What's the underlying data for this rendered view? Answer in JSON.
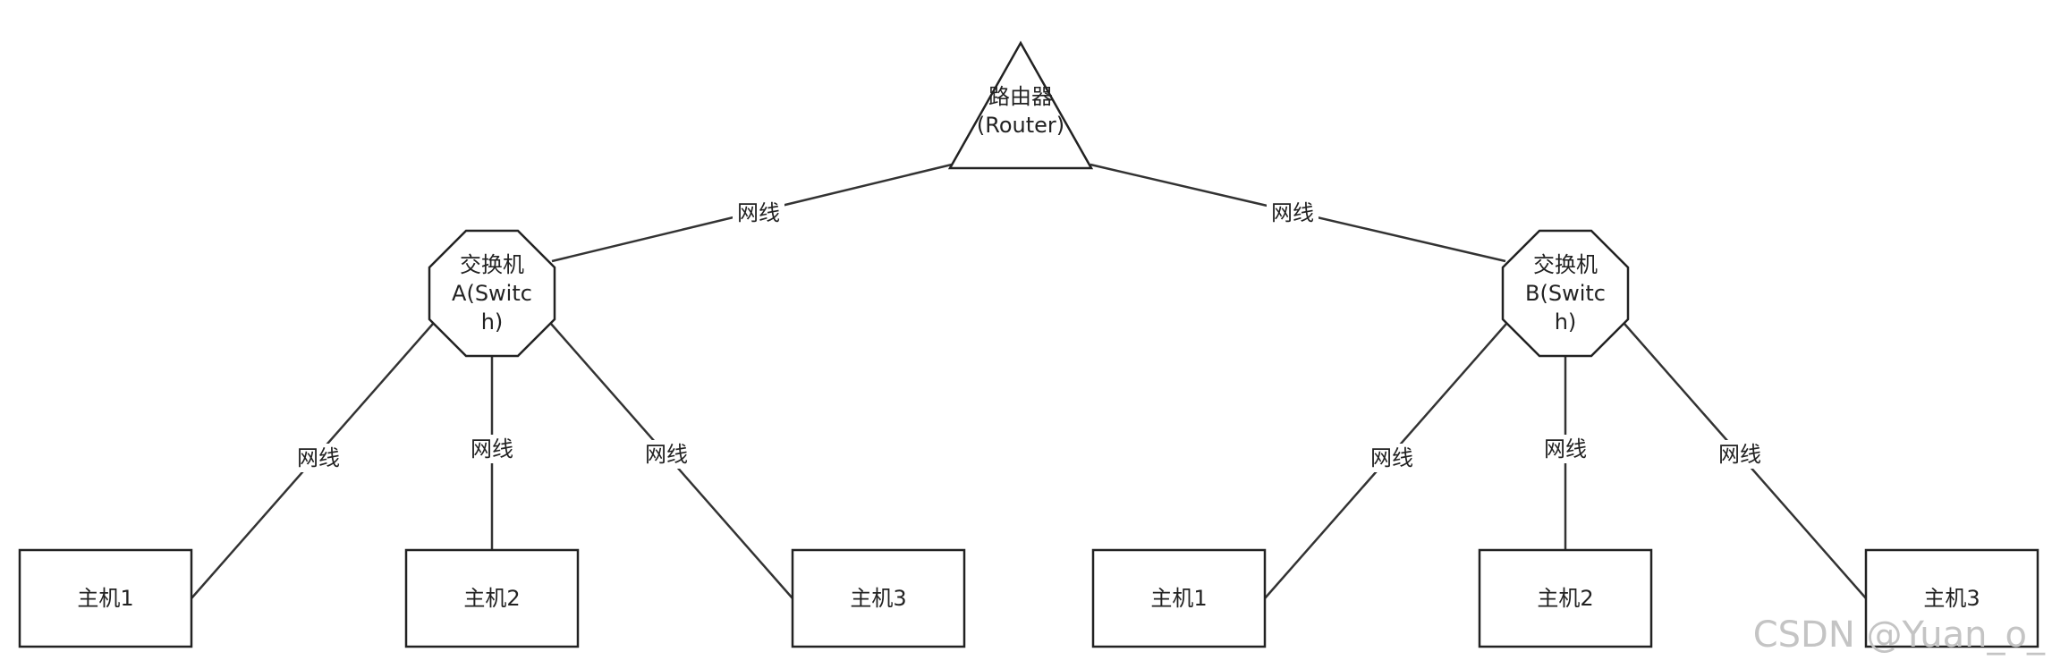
{
  "diagram": {
    "nodes": {
      "router": {
        "shape": "triangle",
        "lines": [
          "路由器",
          "(Router)"
        ]
      },
      "switch_a": {
        "shape": "octagon",
        "lines": [
          "交换机",
          "A(Switc",
          "h)"
        ]
      },
      "switch_b": {
        "shape": "octagon",
        "lines": [
          "交换机",
          "B(Switc",
          "h)"
        ]
      },
      "host_a1": {
        "shape": "rectangle",
        "lines": [
          "主机1"
        ]
      },
      "host_a2": {
        "shape": "rectangle",
        "lines": [
          "主机2"
        ]
      },
      "host_a3": {
        "shape": "rectangle",
        "lines": [
          "主机3"
        ]
      },
      "host_b1": {
        "shape": "rectangle",
        "lines": [
          "主机1"
        ]
      },
      "host_b2": {
        "shape": "rectangle",
        "lines": [
          "主机2"
        ]
      },
      "host_b3": {
        "shape": "rectangle",
        "lines": [
          "主机3"
        ]
      }
    },
    "edges": [
      {
        "id": "router-switch-a",
        "from": "router",
        "to": "switch_a",
        "label": "网线"
      },
      {
        "id": "router-switch-b",
        "from": "router",
        "to": "switch_b",
        "label": "网线"
      },
      {
        "id": "switch-a-host-1",
        "from": "switch_a",
        "to": "host_a1",
        "label": "网线"
      },
      {
        "id": "switch-a-host-2",
        "from": "switch_a",
        "to": "host_a2",
        "label": "网线"
      },
      {
        "id": "switch-a-host-3",
        "from": "switch_a",
        "to": "host_a3",
        "label": "网线"
      },
      {
        "id": "switch-b-host-1",
        "from": "switch_b",
        "to": "host_b1",
        "label": "网线"
      },
      {
        "id": "switch-b-host-2",
        "from": "switch_b",
        "to": "host_b2",
        "label": "网线"
      },
      {
        "id": "switch-b-host-3",
        "from": "switch_b",
        "to": "host_b3",
        "label": "网线"
      }
    ]
  },
  "watermark": "CSDN @Yuan_o_",
  "colors": {
    "stroke": "#222222",
    "edge": "#333333",
    "text": "#222222",
    "watermark": "#c4c4c4",
    "background": "#ffffff"
  }
}
